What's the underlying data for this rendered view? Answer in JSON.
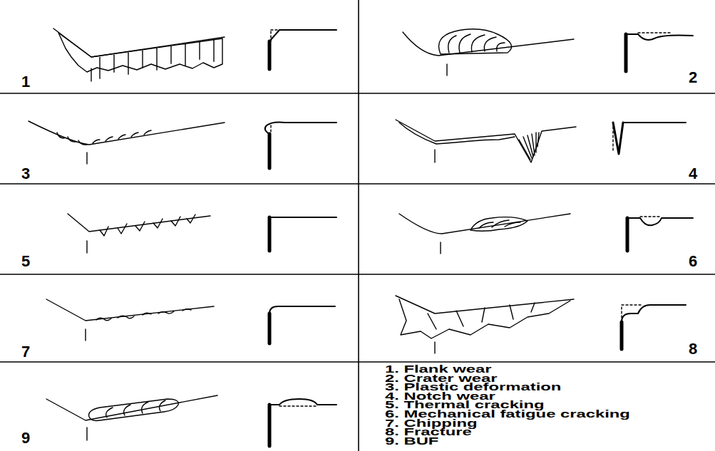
{
  "diagram": {
    "labels": [
      "1",
      "2",
      "3",
      "4",
      "5",
      "6",
      "7",
      "8",
      "9",
      "1. Flank wear",
      "2. Crater wear",
      "3. Plastic deformation",
      "4. Notch wear",
      "5. Thermal cracking",
      "6. Mechanical fatigue cracking",
      "7. Chipping",
      "8. Fracture",
      "9. BUF"
    ]
  }
}
